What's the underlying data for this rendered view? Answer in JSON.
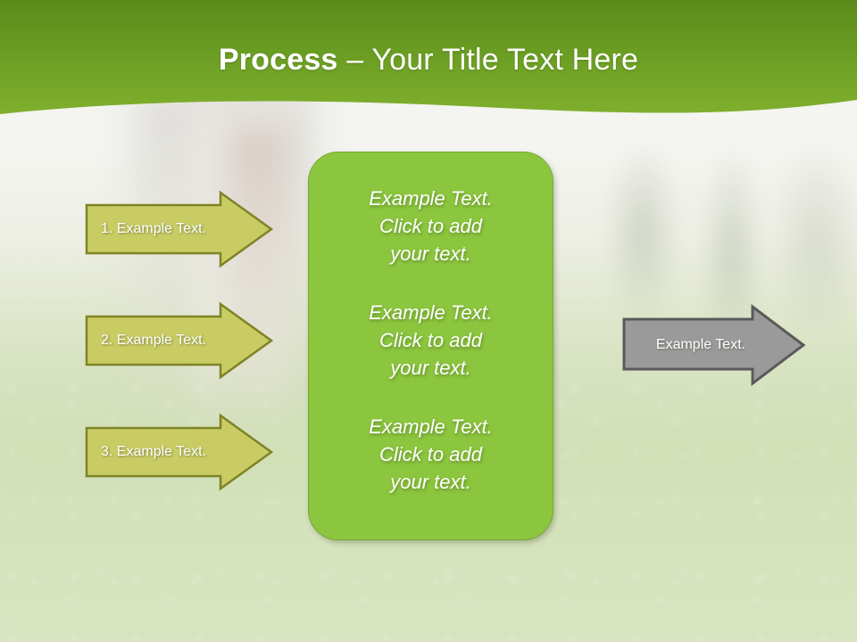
{
  "slide": {
    "title": {
      "bold_part": "Process",
      "rest_part": " – Your Title Text Here",
      "full": "Process – Your Title Text Here"
    },
    "colors": {
      "header_gradient_top": "#5b8a1b",
      "header_gradient_bottom": "#7fae2c",
      "center_box_fill": "#8cc63e",
      "center_box_border": "#76a835",
      "olive_arrow_fill": "#c8cc63",
      "olive_arrow_border": "#7f8326",
      "gray_arrow_fill": "#9a9a9a",
      "gray_arrow_border": "#5a5a5a",
      "title_text": "#ffffff",
      "body_text": "#ffffff"
    },
    "input_arrows": [
      {
        "label": "1. Example Text.",
        "name": "input-arrow-1"
      },
      {
        "label": "2. Example Text.",
        "name": "input-arrow-2"
      },
      {
        "label": "3. Example Text.",
        "name": "input-arrow-3"
      }
    ],
    "center_box": {
      "paragraphs": [
        "Example Text.\nClick  to add\nyour text.",
        "Example Text.\nClick  to add\nyour text.",
        "Example Text.\nClick  to add\nyour text."
      ]
    },
    "output_arrow": {
      "label": "Example Text.",
      "name": "output-arrow"
    }
  }
}
